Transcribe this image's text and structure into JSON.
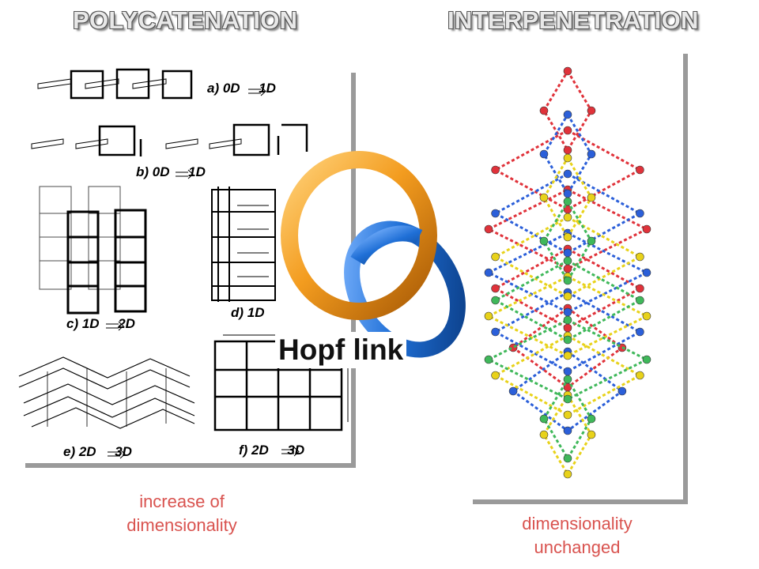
{
  "titles": {
    "left": "POLYCATENATION",
    "right": "INTERPENETRATION"
  },
  "diagram_labels": {
    "a": "a) 0D",
    "a_to": "1D",
    "b": "b) 0D",
    "b_to": "1D",
    "c": "c) 1D",
    "c_to": "2D",
    "d": "d) 1D",
    "e": "e) 2D",
    "e_to": "3D",
    "f": "f) 2D",
    "f_to": "3D"
  },
  "center_label": "Hopf link",
  "captions": {
    "left_line1": "increase of",
    "left_line2": "dimensionality",
    "right_line1": "dimensionality",
    "right_line2": "unchanged"
  },
  "colors": {
    "caption": "#d9534f",
    "ring_orange": "#f39c1f",
    "ring_blue": "#1f6fd6",
    "net_red": "#e0323a",
    "net_blue": "#2b5fd9",
    "net_yellow": "#e8d21a",
    "net_green": "#3fb85a"
  }
}
